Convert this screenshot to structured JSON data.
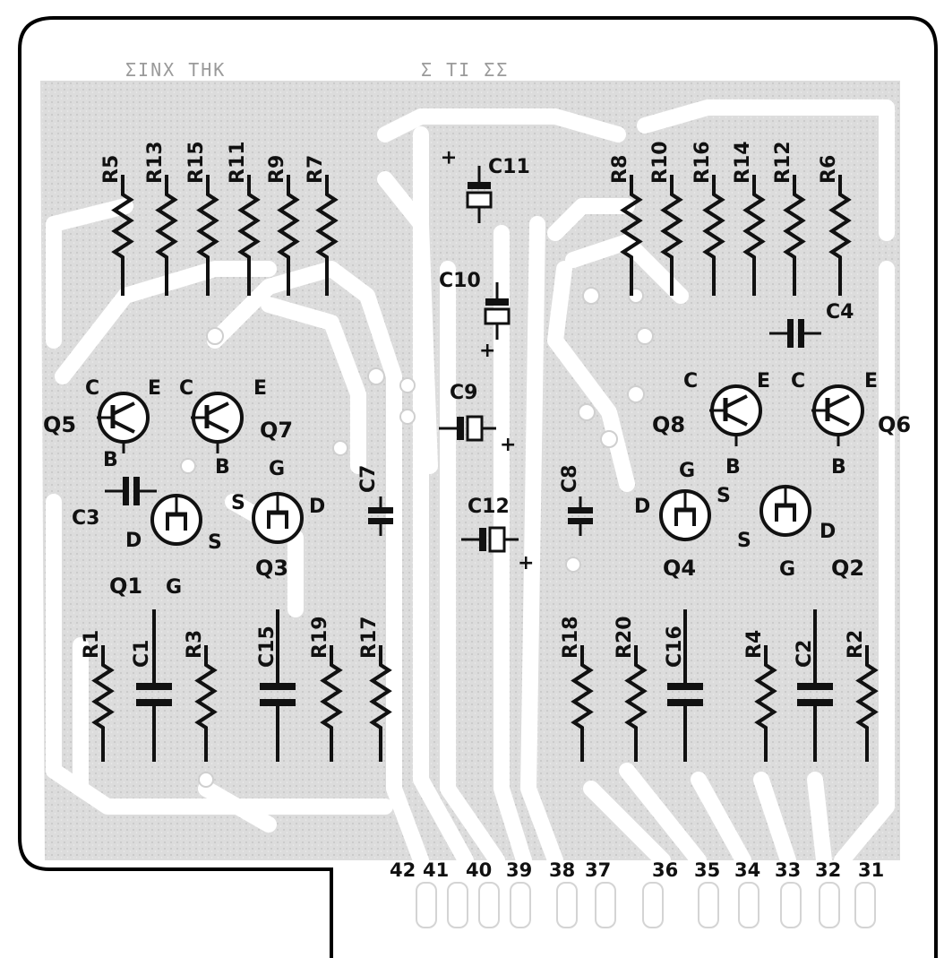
{
  "board": {
    "faint_header": [
      "ΣΙΝΧ ΤΗΚ",
      "Σ ΤΙ ΣΣ"
    ],
    "colors": {
      "ink": "#111111",
      "track": "#ffffff",
      "copper_bg": "#d9d9d9",
      "outline": "#000000"
    }
  },
  "resistors_top": [
    {
      "id": "R5",
      "label": "R5"
    },
    {
      "id": "R13",
      "label": "R13"
    },
    {
      "id": "R15",
      "label": "R15"
    },
    {
      "id": "R11",
      "label": "R11"
    },
    {
      "id": "R9",
      "label": "R9"
    },
    {
      "id": "R7",
      "label": "R7"
    },
    {
      "id": "R8",
      "label": "R8"
    },
    {
      "id": "R10",
      "label": "R10"
    },
    {
      "id": "R16",
      "label": "R16"
    },
    {
      "id": "R14",
      "label": "R14"
    },
    {
      "id": "R12",
      "label": "R12"
    },
    {
      "id": "R6",
      "label": "R6"
    }
  ],
  "resistors_bottom": [
    {
      "id": "R1",
      "label": "R1"
    },
    {
      "id": "R3",
      "label": "R3"
    },
    {
      "id": "R19",
      "label": "R19"
    },
    {
      "id": "R17",
      "label": "R17"
    },
    {
      "id": "R18",
      "label": "R18"
    },
    {
      "id": "R20",
      "label": "R20"
    },
    {
      "id": "R4",
      "label": "R4"
    },
    {
      "id": "R2",
      "label": "R2"
    }
  ],
  "capacitors": [
    {
      "id": "C1",
      "label": "C1"
    },
    {
      "id": "C15",
      "label": "C15"
    },
    {
      "id": "C16",
      "label": "C16"
    },
    {
      "id": "C2",
      "label": "C2"
    },
    {
      "id": "C3",
      "label": "C3"
    },
    {
      "id": "C4",
      "label": "C4"
    },
    {
      "id": "C7",
      "label": "C7"
    },
    {
      "id": "C8",
      "label": "C8"
    },
    {
      "id": "C9",
      "label": "C9"
    },
    {
      "id": "C10",
      "label": "C10"
    },
    {
      "id": "C11",
      "label": "C11"
    },
    {
      "id": "C12",
      "label": "C12"
    }
  ],
  "polarity_mark": "+",
  "transistors": [
    {
      "id": "Q5",
      "label": "Q5",
      "pins": [
        "C",
        "E",
        "B"
      ]
    },
    {
      "id": "Q7",
      "label": "Q7",
      "pins": [
        "C",
        "E",
        "B"
      ]
    },
    {
      "id": "Q8",
      "label": "Q8",
      "pins": [
        "C",
        "E",
        "B"
      ]
    },
    {
      "id": "Q6",
      "label": "Q6",
      "pins": [
        "C",
        "E",
        "B"
      ]
    }
  ],
  "fets": [
    {
      "id": "Q1",
      "label": "Q1",
      "pins": [
        "D",
        "S",
        "G"
      ]
    },
    {
      "id": "Q3",
      "label": "Q3",
      "pins": [
        "G",
        "S",
        "D"
      ]
    },
    {
      "id": "Q4",
      "label": "Q4",
      "pins": [
        "G",
        "D",
        "S"
      ]
    },
    {
      "id": "Q2",
      "label": "Q2",
      "pins": [
        "S",
        "D",
        "G"
      ]
    }
  ],
  "edge_pins": [
    "42",
    "41",
    "40",
    "39",
    "38",
    "37",
    "36",
    "35",
    "34",
    "33",
    "32",
    "31"
  ]
}
